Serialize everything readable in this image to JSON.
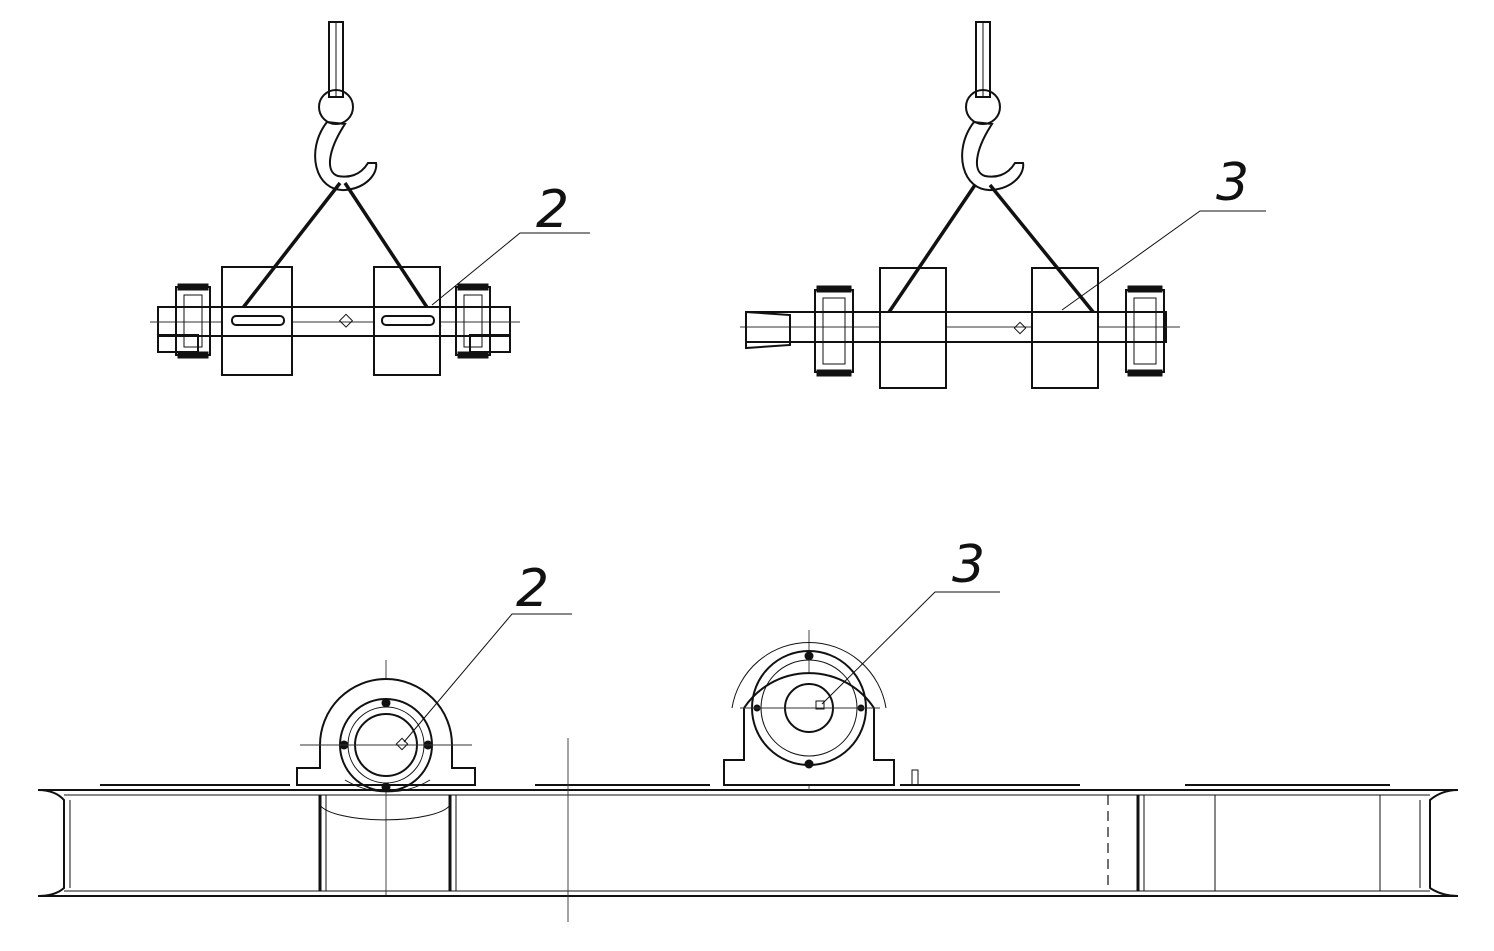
{
  "callouts": {
    "top_left": "2",
    "top_right": "3",
    "bottom_left": "2",
    "bottom_right": "3"
  },
  "colors": {
    "line": "#111111",
    "background": "#ffffff"
  }
}
